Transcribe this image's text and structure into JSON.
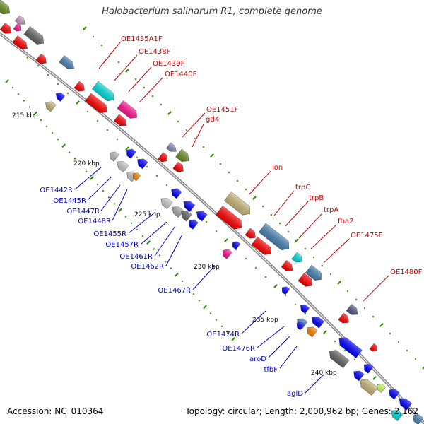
{
  "title": "Halobacterium salinarum R1, complete genome",
  "accession": "Accession: NC_010364",
  "topology": "Topology: circular; Length: 2,000,962 bp; Genes: 2,162",
  "colors": {
    "forward_label": "#cc0000",
    "reverse_label": "#0000cc",
    "backbone": "#888888",
    "tick": "#2e8b00"
  },
  "kbp_markers": [
    "215 kbp",
    "220 kbp",
    "225 kbp",
    "230 kbp",
    "235 kbp",
    "240 kbp"
  ],
  "forward_labels": [
    "OE1435A1F",
    "OE1438F",
    "OE1439F",
    "OE1440F",
    "OE1451F",
    "gtl4",
    "lon",
    "trpC",
    "trpB",
    "trpA",
    "fba2",
    "OE1475F",
    "OE1480F"
  ],
  "reverse_labels": [
    "OE1442R",
    "OE1445R",
    "OE1447R",
    "OE1448R",
    "OE1455R",
    "OE1457R",
    "OE1461R",
    "OE1462R",
    "OE1467R",
    "OE1474R",
    "OE1476R",
    "aroD",
    "tfbF",
    "aglD"
  ]
}
